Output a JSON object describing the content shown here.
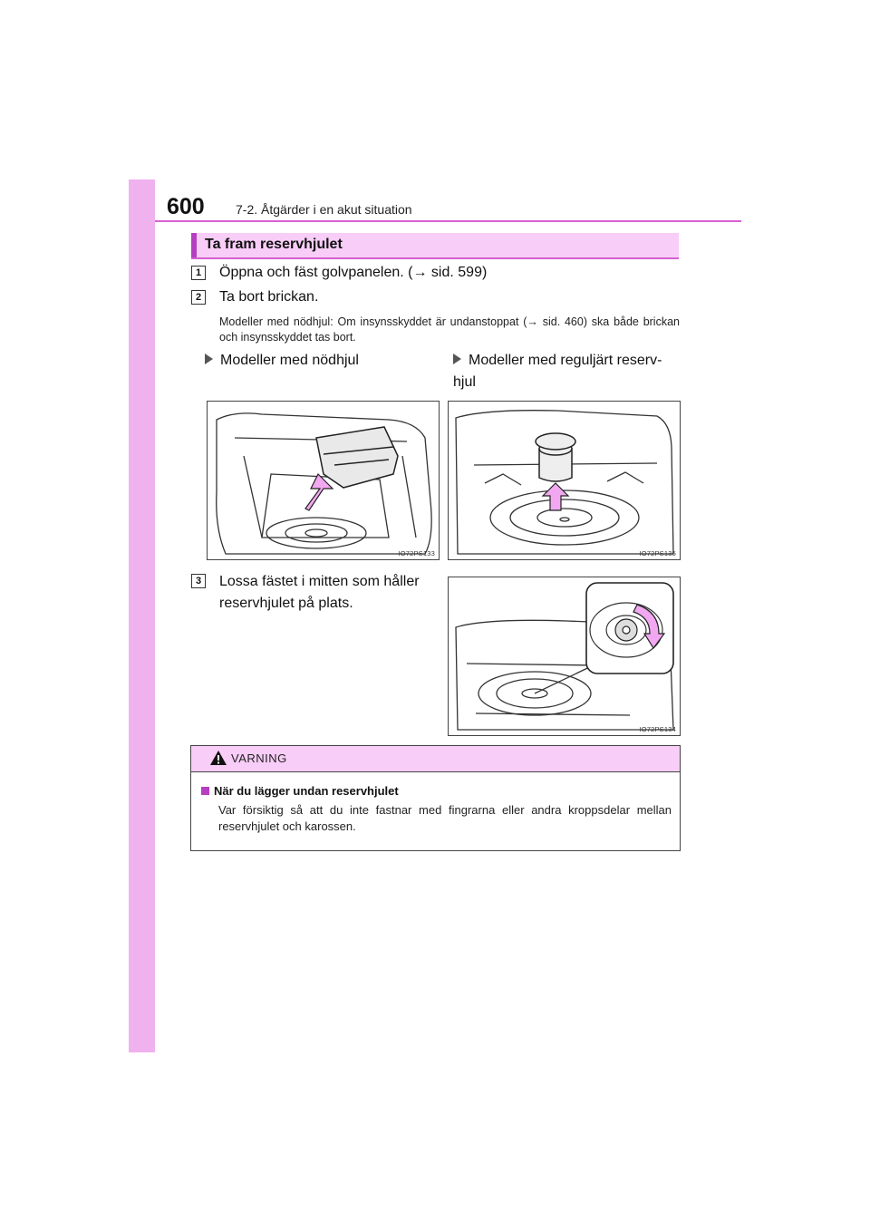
{
  "header": {
    "page_number": "600",
    "section": "7-2. Åtgärder i en akut situation"
  },
  "banner": {
    "title": "Ta fram reservhjulet"
  },
  "steps": [
    {
      "num": "1",
      "text": "Öppna och fäst golvpanelen. (→ sid. 599)"
    },
    {
      "num": "2",
      "text": "Ta bort brickan."
    },
    {
      "num": "3",
      "text": "Lossa fästet i mitten som håller reservhjulet på plats."
    }
  ],
  "note": "Modeller med nödhjul: Om insynsskyddet är undanstoppat (→ sid. 460) ska både brickan och insynsskyddet tas bort.",
  "variants": [
    {
      "label": "Modeller med nödhjul"
    },
    {
      "label": "Modeller med reguljärt reserv-hjul"
    }
  ],
  "figures": [
    {
      "code": "IO72PS133",
      "icon": "trunk-tray-lift-illustration"
    },
    {
      "code": "IO72PS135",
      "icon": "trunk-spare-wheel-illustration"
    },
    {
      "code": "IO72PS134",
      "icon": "spare-wheel-clamp-illustration"
    }
  ],
  "warning": {
    "title": "VARNING",
    "subtitle": "När du lägger undan reservhjulet",
    "body": "Var försiktig så att du inte fastnar med fingrarna eller andra kroppsdelar mellan reservhjulet och karossen.",
    "icon": "warning-triangle-icon"
  },
  "colors": {
    "accent": "#f0b2ef",
    "banner": "#f8cdf7",
    "rule": "#d85fd4",
    "arrow": "#f2a8f0"
  }
}
